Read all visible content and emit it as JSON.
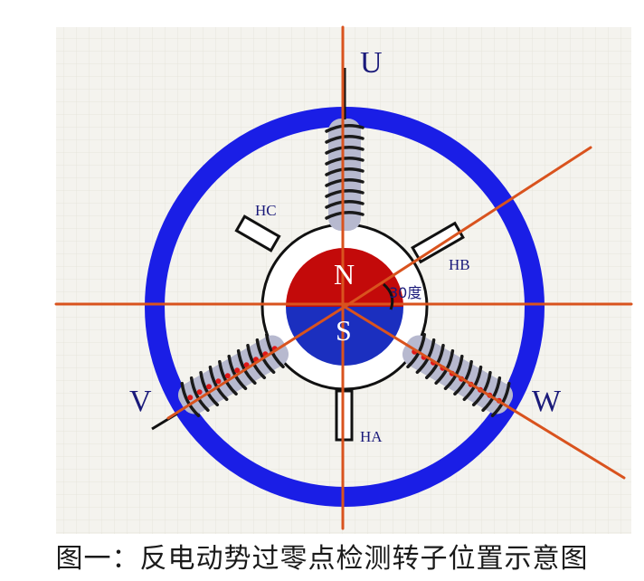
{
  "labels": {
    "phase_u": "U",
    "phase_v": "V",
    "phase_w": "W",
    "hall_a": "HA",
    "hall_b": "HB",
    "hall_c": "HC",
    "pole_north": "N",
    "pole_south": "S",
    "angle": "30度"
  },
  "caption": "图一：反电动势过零点检测转子位置示意图",
  "colors": {
    "stator_ring": "#1a1ee6",
    "north_pole": "#c30a0a",
    "south_pole": "#1b2fbf",
    "axis_lines": "#d9531e",
    "coil_body": "#b7b9cf",
    "coil_winding": "#1a1a1a",
    "coil_dots": "#e01818",
    "label_text": "#1a1a7a",
    "grid_background": "#f4f3ee"
  }
}
